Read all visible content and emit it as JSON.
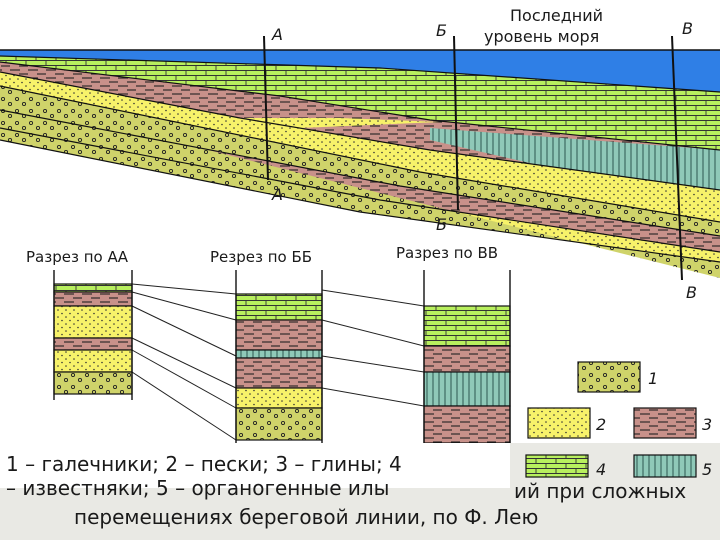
{
  "sections": {
    "a": {
      "top_label": "А",
      "bottom_label": "А",
      "column_title": "Разрез по АА"
    },
    "b": {
      "top_label": "Б",
      "bottom_label": "Б",
      "column_title": "Резрез по ББ"
    },
    "v": {
      "top_label": "В",
      "bottom_label": "В",
      "column_title": "Разрез по ВВ"
    }
  },
  "sea_label": [
    "Последний",
    "уровень моря"
  ],
  "legend": [
    {
      "num": "1",
      "name": "галечники"
    },
    {
      "num": "2",
      "name": "пески"
    },
    {
      "num": "3",
      "name": "глины"
    },
    {
      "num": "4",
      "name": "известняки"
    },
    {
      "num": "5",
      "name": "органогенные илы"
    }
  ],
  "caption": {
    "line1": "1 – галечники; 2 – пески; 3 – глины; 4",
    "line2": "– известняки; 5 – органогенные илы",
    "line2_tail": "ий при сложных",
    "line3": "перемещениях береговой линии, по Ф. Лею"
  },
  "colors": {
    "sea": "#2f7fe6",
    "pebbles": "#cfd36a",
    "sand": "#f7f26a",
    "clay": "#c8918a",
    "limestone": "#b8ef5e",
    "ooze": "#8fc9b8",
    "background": "#ffffff",
    "caption_bg": "#e9e9e4"
  }
}
